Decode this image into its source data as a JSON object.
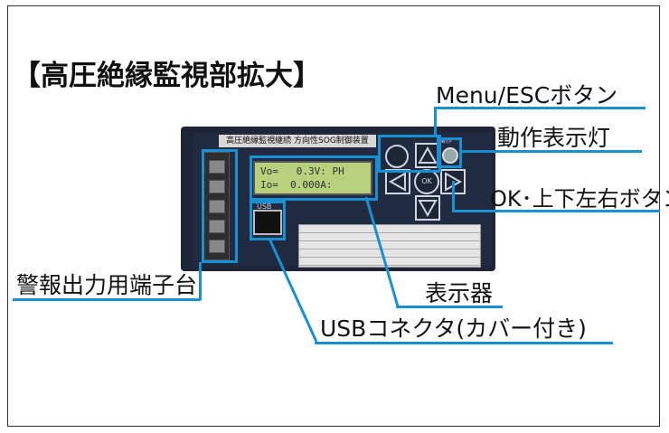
{
  "title": "【高圧絶縁監視部拡大】",
  "callouts": {
    "menu_esc": "Menu/ESCボタン",
    "action_led": "動作表示灯",
    "ok_arrows": "OK･上下左右ボタン",
    "alarm_terminal": "警報出力用端子台",
    "display": "表示器",
    "usb": "USBコネクタ(カバー付き)"
  },
  "device": {
    "label_plate": "高圧絶縁監視継続 方向性SOG制御装置",
    "lcd_line1": "Vo=   0.3V: PH",
    "lcd_line2": "Io=  0.000A:  ",
    "usb_label": "USB",
    "ok_label": "OK",
    "led_label": "動作"
  },
  "accent_color": "#1a8fd1"
}
